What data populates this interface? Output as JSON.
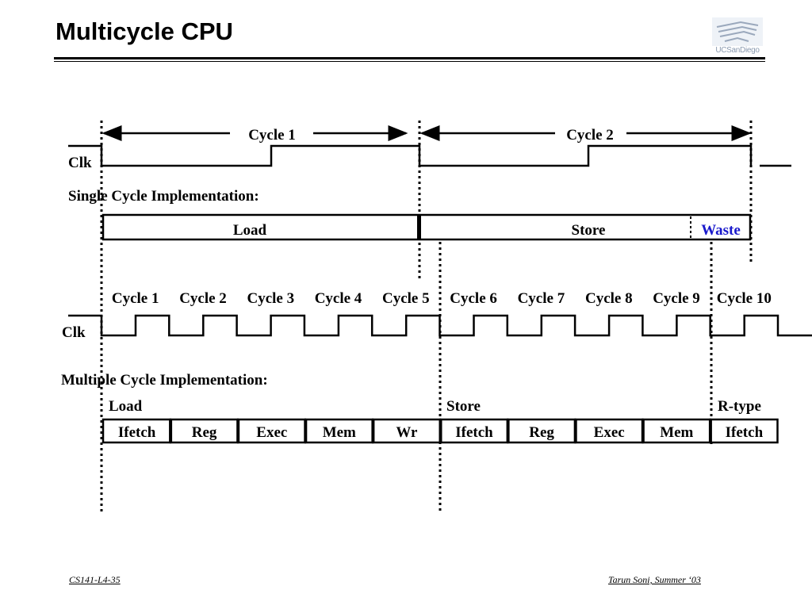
{
  "slide": {
    "title": "Multicycle CPU",
    "logo_text": "UCSanDiego"
  },
  "single_cycle": {
    "clock_label": "Clk",
    "cycles": [
      "Cycle 1",
      "Cycle 2"
    ],
    "section_label": "Single Cycle Implementation:",
    "segments": [
      {
        "label": "Load"
      },
      {
        "label": "Store"
      },
      {
        "label": "Waste",
        "color": "#1a1acc"
      }
    ]
  },
  "multi_cycle": {
    "clock_label": "Clk",
    "cycles": [
      "Cycle 1",
      "Cycle 2",
      "Cycle 3",
      "Cycle 4",
      "Cycle 5",
      "Cycle 6",
      "Cycle 7",
      "Cycle 8",
      "Cycle 9",
      "Cycle 10"
    ],
    "section_label": "Multiple Cycle Implementation:",
    "instructions": [
      "Load",
      "Store",
      "R-type"
    ],
    "stages": [
      "Ifetch",
      "Reg",
      "Exec",
      "Mem",
      "Wr",
      "Ifetch",
      "Reg",
      "Exec",
      "Mem",
      "Ifetch"
    ]
  },
  "footer": {
    "left": "CS141-L4-35",
    "right": "Tarun Soni, Summer ‘03"
  }
}
